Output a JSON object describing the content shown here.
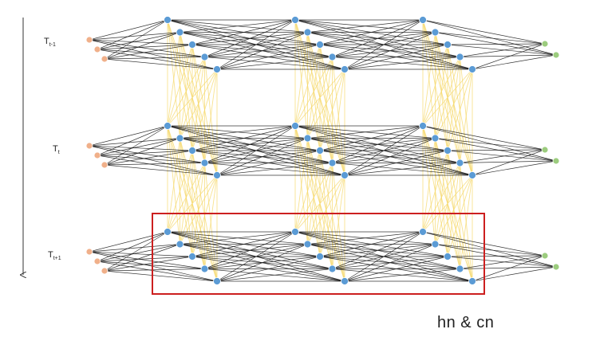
{
  "time_steps": [
    {
      "label_main": "T",
      "label_sub": "t-1"
    },
    {
      "label_main": "T",
      "label_sub": "t"
    },
    {
      "label_main": "T",
      "label_sub": "t+1"
    }
  ],
  "caption": "hn & cn",
  "colors": {
    "input_node": "#f0b08a",
    "hidden_node": "#5b9bd5",
    "output_node": "#9ccc7e",
    "dense_edge": "#111111",
    "recurrent_edge": "#f5d86b",
    "highlight_box": "#cc1f1f",
    "arrow": "#333333"
  },
  "structure": {
    "inputs_per_layer": 3,
    "hidden_blocks": 3,
    "nodes_per_block": 5,
    "outputs_per_layer": 2
  }
}
